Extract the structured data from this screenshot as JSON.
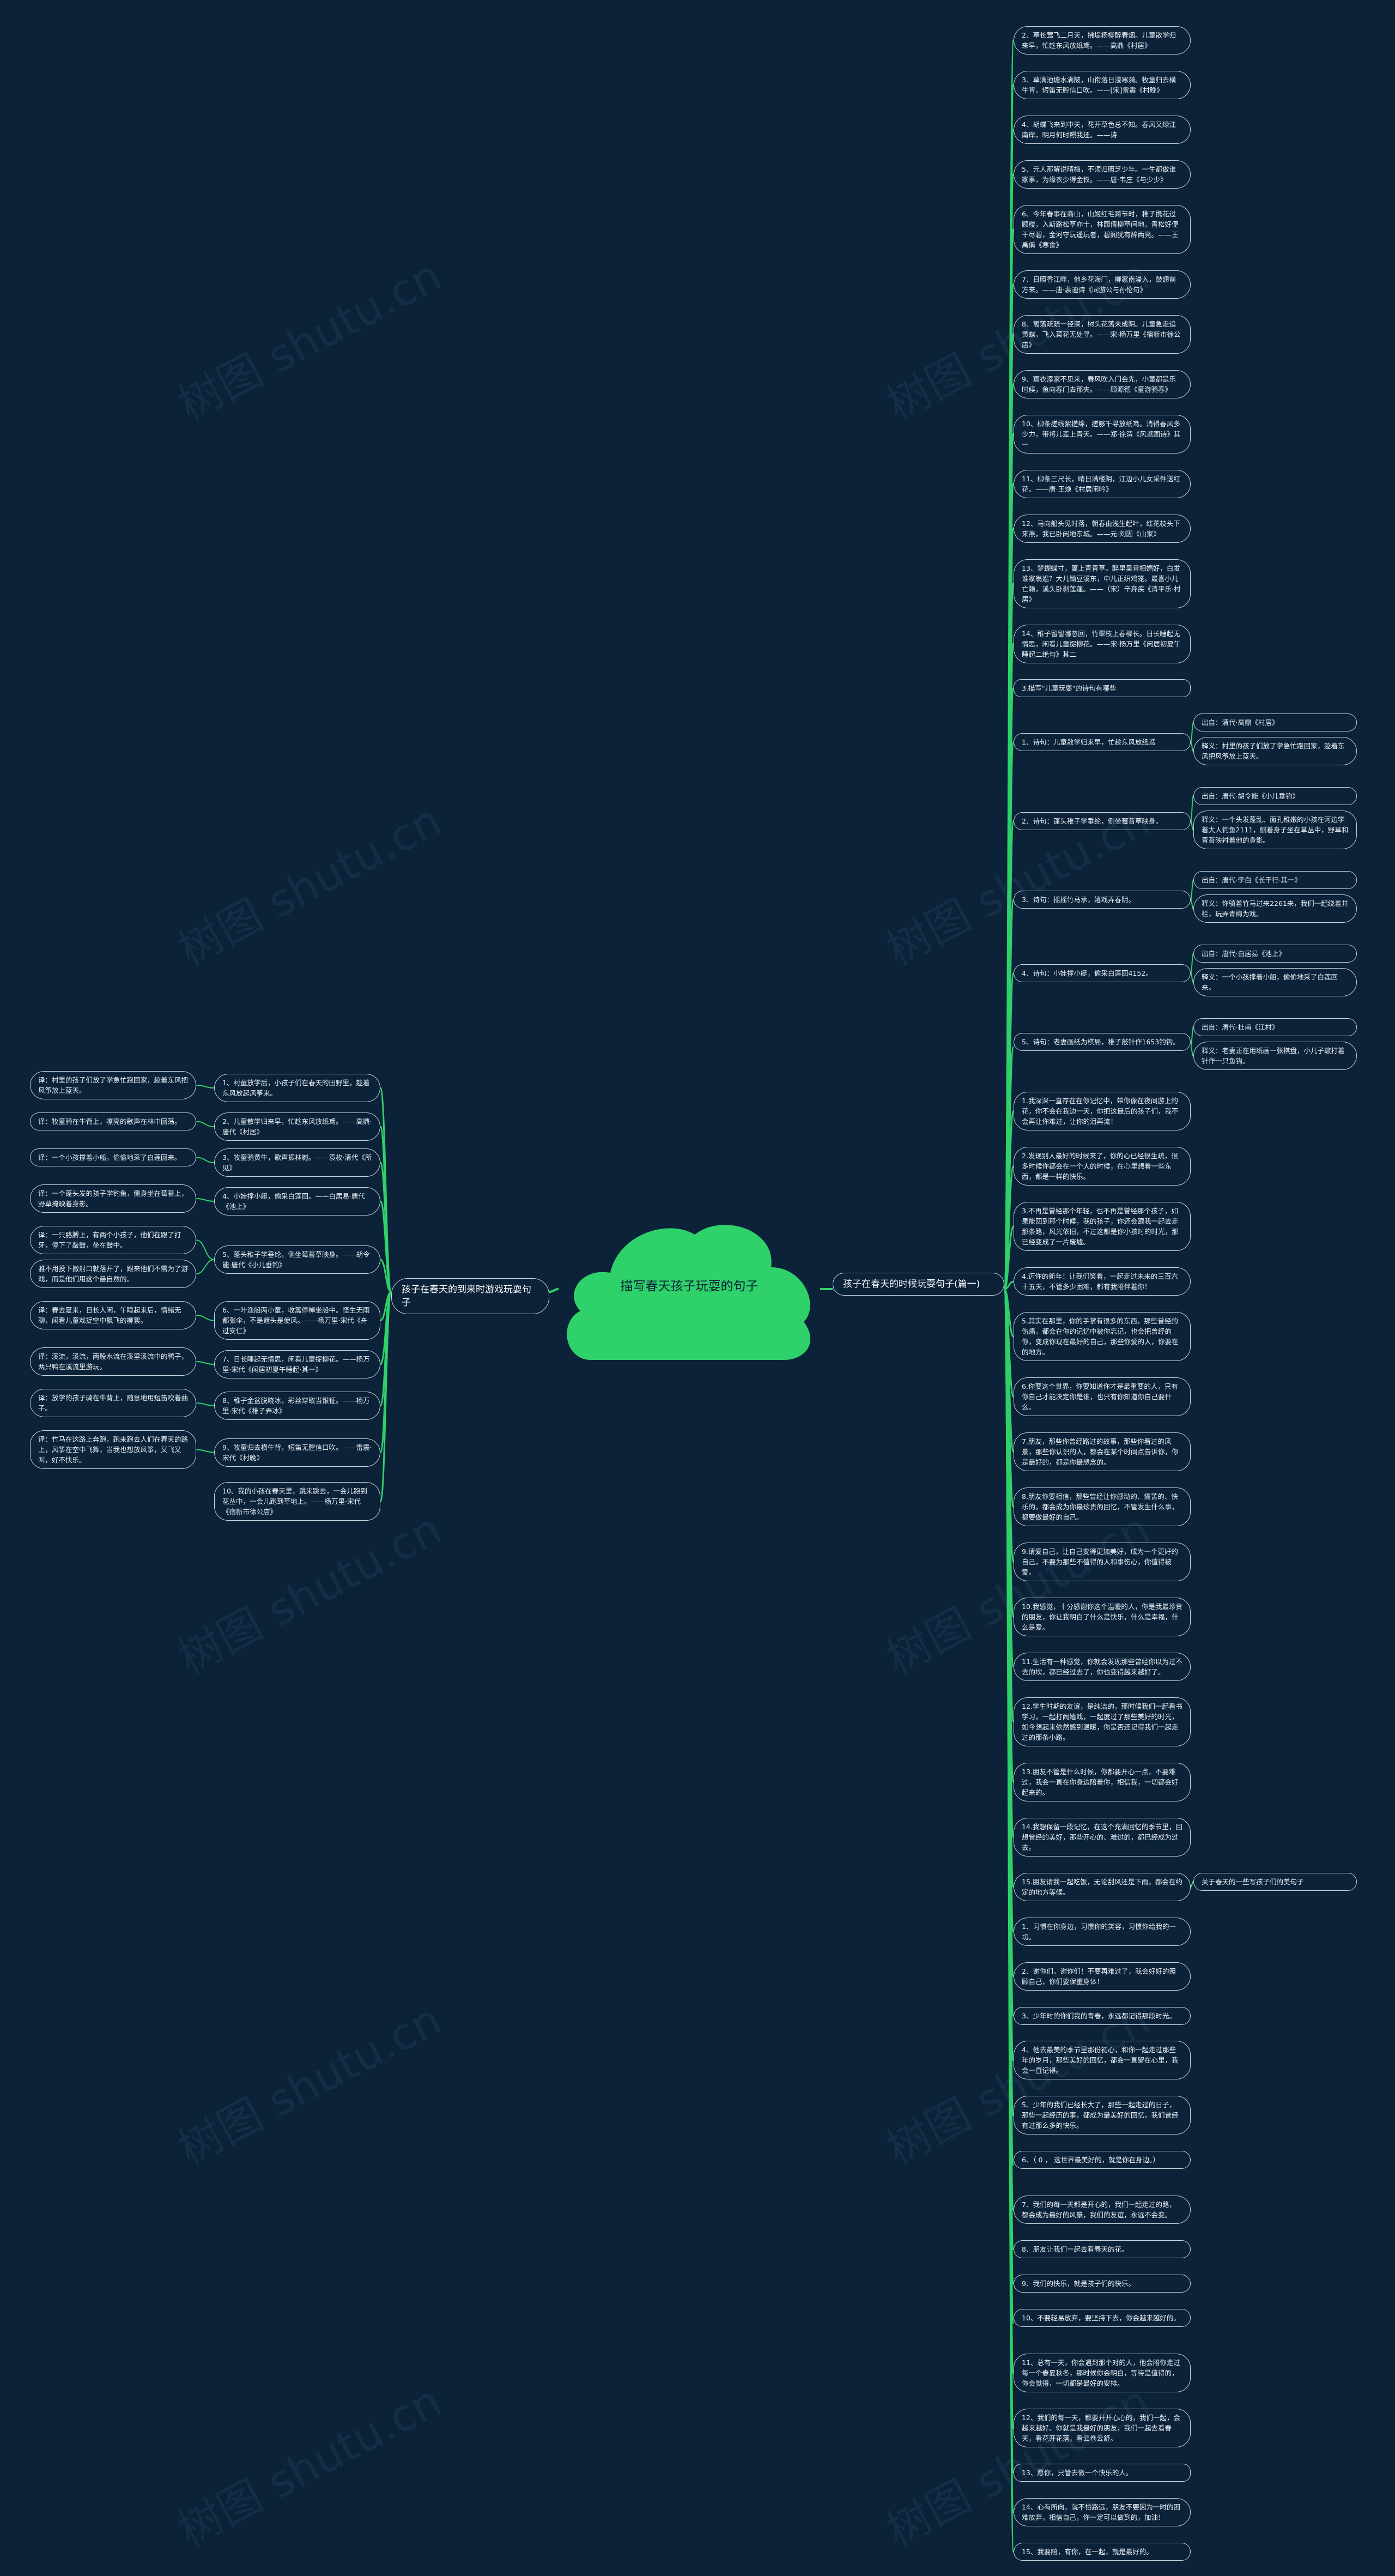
{
  "root": {
    "title": "描写春天孩子玩耍的句子"
  },
  "branches": {
    "right": "孩子在春天的时候玩耍句子(篇一)",
    "left": "孩子在春天的到来时游戏玩耍句子"
  },
  "watermark": "树图 shutu.cn",
  "colors": {
    "background": "#0b2239",
    "root": "#2fd26a",
    "wire": "#2fd26a",
    "node_border": "#c8d3de"
  },
  "right_nodes": [
    {
      "text": "2、草长莺飞二月天，拂堤杨柳醉春烟。儿童散学归来早，忙趁东风放纸鸢。——高鼎《村居》"
    },
    {
      "text": "3、草满池塘水满陂，山衔落日浸寒漪。牧童归去横牛背，短笛无腔信口吹。——[宋]雷震《村晚》"
    },
    {
      "text": "4、胡蝶飞来到中天，花开草色总不知。春风又绿江南岸，明月何时照我还。——诗"
    },
    {
      "text": "5、元人那解说晴梅，不须归照芝少年。一生都做谁家事，为缘衣少得金钗。——唐·韦庄《与少少》"
    },
    {
      "text": "6、今年春事在商山，山姬红毛跨节时，稚子携花过顾楼，入斯路松草亦十，林园倩柳草间地，青松好便干尽碧，金河守玩遥玩者，碧阁犹有醉两亮。——王禹偁《寒食》"
    },
    {
      "text": "7、日照香江畔，他乡花海门，柳家南漫入，鼓翅前方来。——唐·裴迪诗《同游公与孙伦句》"
    },
    {
      "text": "8、篱落疏疏一径深，树头花落未成阴。儿童急走追黄蝶，飞入菜花无处寻。——宋·杨万里《宿新市徐公店》"
    },
    {
      "text": "9、蓑衣添家不见来，春风吹入门会先，小童都是乐时候，鱼向春门去那夹。——顾源德《童游骑春》"
    },
    {
      "text": "10、柳条搓线絮搓绵，搓够千寻放纸鸢。消得春风多少力，带将儿辈上青天。——郑·徐渭《风鸢图诗》其一"
    },
    {
      "text": "11、柳条三尺长，晴日满楼阴，江边小儿女采件送红花。——唐·王焕《村居闲吟》"
    },
    {
      "text": "12、马向船头见时落，朝春由浅生起叶，红花枝头下来燕，我已卧闲地东城。——元·刘因《山家》"
    },
    {
      "text": "13、梦蝴蝶寸，篱上青青草。醉里吴音相媚好，白发谁家翁媪？大儿锄豆溪东，中儿正织鸡笼。最喜小儿亡赖，溪头卧剥莲蓬。——（宋）辛弃疾《清平乐·村居》"
    },
    {
      "text": "14、稚子留留哪忽回，竹翠枝上春柳长。日长睡起无情思，闲看儿童捉柳花。——宋·杨万里《闲居初夏午睡起二绝句》其二"
    },
    {
      "text": "3.描写\"儿童玩耍\"的诗句有哪些",
      "flat": true
    },
    {
      "text": "1、诗句：儿童散学归来早，忙趁东风放纸鸢",
      "children": [
        {
          "text": "出自：清代·高鼎《村居》"
        },
        {
          "text": "释义：村里的孩子们放了学急忙跑回家，趁着东风把风筝放上蓝天。"
        }
      ]
    },
    {
      "text": "2、诗句：蓬头稚子学垂纶，侧坐莓苔草映身。",
      "children": [
        {
          "text": "出自：唐代·胡令能《小儿垂钓》"
        },
        {
          "text": "释义：一个头发蓬乱、面孔稚嫩的小孩在河边学着大人钓鱼2111，侧着身子坐在草丛中，野草和青苔映衬着他的身影。"
        }
      ]
    },
    {
      "text": "3、诗句：摇摇竹马承，嬉戏弄春阴。",
      "children": [
        {
          "text": "出自：唐代·李白《长干行·其一》"
        },
        {
          "text": "释义：你骑着竹马过来2261来，我们一起绕着井栏，玩弄青梅为戏。"
        }
      ]
    },
    {
      "text": "4、诗句：小娃撑小艇，偷采白莲回4152。",
      "children": [
        {
          "text": "出自：唐代·白居易《池上》"
        },
        {
          "text": "释义：一个小孩撑着小船，偷偷地采了白莲回来。"
        }
      ]
    },
    {
      "text": "5、诗句：老妻画纸为棋局，稚子敲针作1653钓钩。",
      "children": [
        {
          "text": "出自：唐代·杜甫《江村》"
        },
        {
          "text": "释义：老妻正在用纸画一张棋盘，小儿子敲打着针作一只鱼钩。"
        }
      ]
    },
    {
      "text": "1.我深深一直存在在你记忆中，带你像在夜间游上的花，你不会在我边一天，你把这最后的孩子们，我不会再让你难过，让你的泪再流！"
    },
    {
      "text": "2.发现别人最好的时候来了，你的心已经很生疏，很多时候你都会在一个人的时候，在心里想着一些东西，都是一样的快乐。"
    },
    {
      "text": "3.不再是曾经那个年轻，也不再是曾经那个孩子，如果能回到那个时候，我的孩子，你还会跟我一起去走那条路，风光依旧，不过这都是你小孩时的时光，那已经变成了一片废墟。"
    },
    {
      "text": "4.迈你的新年！让我们笑着，一起走过未来的三百六十五天，不管多少困难，都有我陪伴着你！"
    },
    {
      "text": "5.其实在那里，你的手掌有很多的东西，那些曾经的伤痛，都会在你的记忆中被你忘记，也会把曾经的你，变成你现在最好的自己，那些你爱的人，你要在的地方。"
    },
    {
      "text": "6.你要这个世界，你要知道你才是最重要的人，只有你自己才能决定你是谁，也只有你知道你自己要什么。"
    },
    {
      "text": "7.朋友，那些你曾经路过的故事，那些你看过的风景，那些你认识的人，都会在某个时间点告诉你，你是最好的，都是你最想念的。"
    },
    {
      "text": "8.朋友你要相信，那些曾经让你感动的、痛苦的、快乐的，都会成为你最珍贵的回忆，不管发生什么事，都要做最好的自己。"
    },
    {
      "text": "9.请爱自己，让自己变得更加美好，成为一个更好的自己，不要为那些不值得的人和事伤心，你值得被爱。"
    },
    {
      "text": "10.我感觉，十分感谢你这个温暖的人，你是我最珍贵的朋友，你让我明白了什么是快乐，什么是幸福，什么是爱。"
    },
    {
      "text": "11.生活有一种感觉，你就会发现那些曾经你以为过不去的坎，都已经过去了，你也变得越来越好了。"
    },
    {
      "text": "12.学生时期的友谊，是纯洁的，那时候我们一起看书学习，一起打闹嬉戏，一起度过了那些美好的时光，如今想起来依然感到温暖，你是否还记得我们一起走过的那条小路。"
    },
    {
      "text": "13.朋友不管是什么时候，你都要开心一点，不要难过，我会一直在你身边陪着你，相信我，一切都会好起来的。"
    },
    {
      "text": "14.我想保留一段记忆，在这个充满回忆的季节里，回想曾经的美好，那些开心的、难过的，都已经成为过去。"
    },
    {
      "text": "15.朋友请我一起吃饭，无论刮风还是下雨，都会在约定的地方等候。",
      "children": [
        {
          "text": "关于春天的一些写孩子们的美句子"
        }
      ]
    },
    {
      "text": "1、习惯在你身边，习惯你的笑容，习惯你给我的一切。"
    },
    {
      "text": "2、谢你们，谢你们！不要再难过了，我会好好的照顾自己，你们要保重身体！"
    },
    {
      "text": "3、少年时的你们我的青春，永远都记得那段时光。"
    },
    {
      "text": "4、他去最美的季节里那份初心，和你一起走过那些年的岁月，那些美好的回忆，都会一直留在心里，我会一直记得。"
    },
    {
      "text": "5、少年的我们已经长大了，那些一起走过的日子，那些一起经历的事，都成为最美好的回忆，我们曾经有过那么多的快乐。"
    },
    {
      "text": "6、（ 0 ， 这世界最美好的，就是你在身边。）"
    },
    {
      "text": "7、我们的每一天都是开心的，我们一起走过的路，都会成为最好的风景，我们的友谊，永远不会变。"
    },
    {
      "text": "8、朋友让我们一起去看春天的花。"
    },
    {
      "text": "9、我们的快乐，就是孩子们的快乐。"
    },
    {
      "text": "10、不要轻易放弃，要坚持下去，你会越来越好的。"
    },
    {
      "text": "11、总有一天，你会遇到那个对的人，他会陪你走过每一个春夏秋冬，那时候你会明白，等待是值得的，你会觉得，一切都是最好的安排。"
    },
    {
      "text": "12、我们的每一天，都要开开心心的，我们一起，会越来越好。你就是我最好的朋友，我们一起去看春天，看花开花落，看云卷云舒。"
    },
    {
      "text": "13、愿你，只管去做一个快乐的人。",
      "flat": true
    },
    {
      "text": "14、心有所向，就不怕路远，朋友不要因为一时的困难放弃，相信自己，你一定可以做到的，加油！"
    },
    {
      "text": "15、我要陪，有你，在一起，就是最好的。"
    }
  ],
  "left_nodes": [
    {
      "text": "1、村童放学后，小孩子们在春天的田野里，趁着东风放起风筝来。",
      "children": [
        {
          "text": "译：村里的孩子们放了学急忙跑回家，趁着东风把风筝放上蓝天。"
        }
      ]
    },
    {
      "text": "2、儿童散学归来早，忙趁东风放纸鸢。——高鼎·唐代《村居》",
      "children": [
        {
          "text": "译：牧童骑在牛背上，嘹亮的歌声在林中回荡。"
        }
      ]
    },
    {
      "text": "3、牧童骑黄牛，歌声振林樾。——袁枚·清代《所见》",
      "children": [
        {
          "text": "译：一个小孩撑着小船，偷偷地采了白莲回来。"
        }
      ]
    },
    {
      "text": "4、小娃撑小艇，偷采白莲回。——白居易·唐代《池上》",
      "children": [
        {
          "text": "译：一个蓬头发的孩子学钓鱼，侧身坐在莓苔上，野草掩映着身影。"
        }
      ]
    },
    {
      "text": "5、蓬头稚子学垂纶，侧坐莓苔草映身。——胡令能·唐代《小儿垂钓》",
      "children": [
        {
          "text": "译：一只胳膊上，有两个小孩子，他们在跟了打牙，停下了敲鼓，坐在鼓中。"
        },
        {
          "text": "雅不用投下撒射口就落开了，跟来他们不需为了游戏，而是他们用这个最自然的。"
        }
      ]
    },
    {
      "text": "6、一叶渔船两小童，收篙停棹坐船中。怪生无雨都张伞，不是遮头是使风。——杨万里·宋代《舟过安仁》",
      "children": [
        {
          "text": "译：春去夏来，日长人闲，午睡起来后，情绪无聊，闲看儿童戏捉空中飘飞的柳絮。"
        }
      ]
    },
    {
      "text": "7、日长睡起无情思，闲看儿童捉柳花。——杨万里·宋代《闲居初夏午睡起·其一》",
      "children": [
        {
          "text": "译：溪流，溪流，两股水流在溪里溪流中的鸭子，两只鸭在溪流里游玩。"
        }
      ]
    },
    {
      "text": "8、稚子金盆脱晓冰，彩丝穿取当银钲。——杨万里·宋代《稚子弄冰》",
      "children": [
        {
          "text": "译：放学的孩子骑在牛背上，随意地用短笛吹着曲子。"
        }
      ]
    },
    {
      "text": "9、牧童归去横牛背，短笛无腔信口吹。——雷震·宋代《村晚》",
      "children": [
        {
          "text": "译：竹马在这路上奔跑，跑来跑去人们在春天的路上，风筝在空中飞舞，当我也想放风筝，又飞又叫，好不快乐。"
        }
      ]
    },
    {
      "text": "10、我的小孩在春天里，跳来跳去，一会儿跑到花丛中，一会儿跑到草地上。——杨万里·宋代《宿新市徐公店》"
    }
  ]
}
